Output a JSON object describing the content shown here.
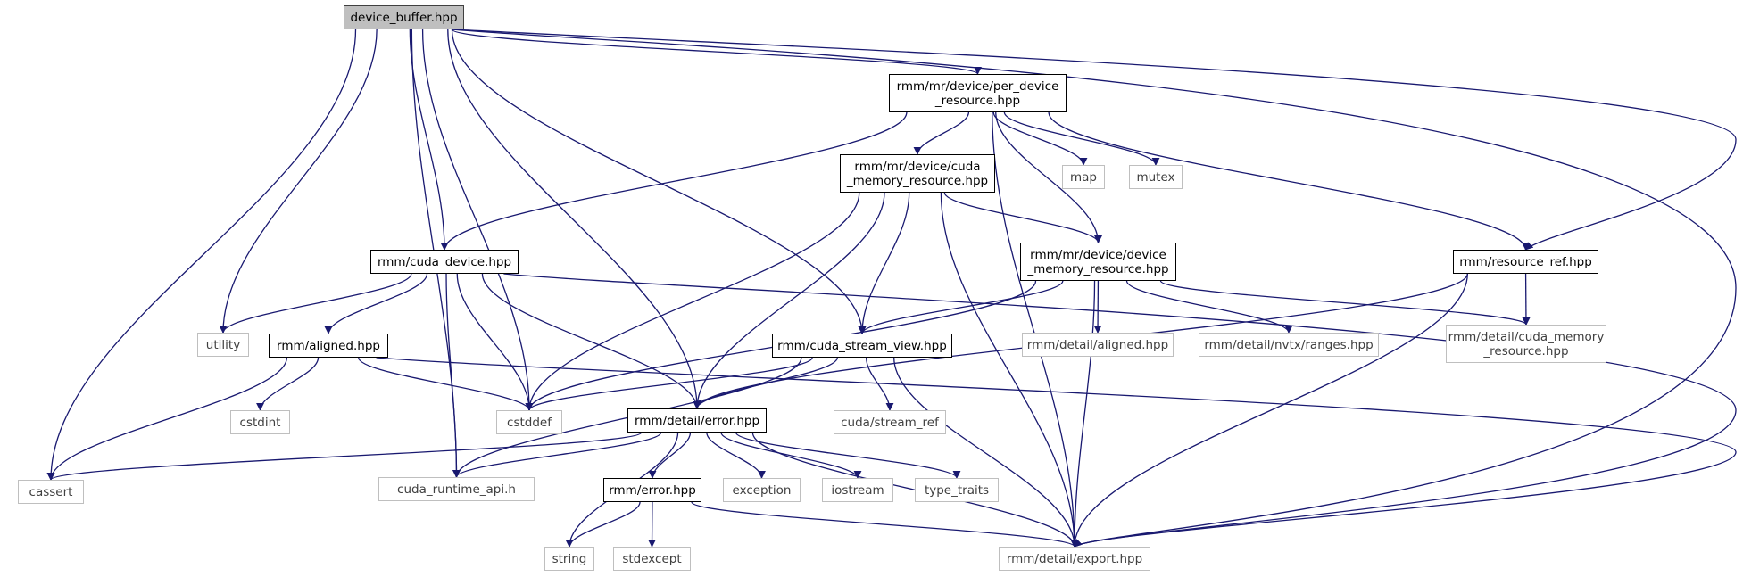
{
  "diagram": {
    "edge_color": "#191970",
    "nodes": [
      {
        "id": "device_buffer",
        "label": "device_buffer.hpp",
        "kind": "root"
      },
      {
        "id": "per_device",
        "label": "rmm/mr/device/per_device\n_resource.hpp",
        "kind": "project"
      },
      {
        "id": "cuda_mr",
        "label": "rmm/mr/device/cuda\n_memory_resource.hpp",
        "kind": "project"
      },
      {
        "id": "map",
        "label": "map",
        "kind": "system"
      },
      {
        "id": "mutex",
        "label": "mutex",
        "kind": "system"
      },
      {
        "id": "cuda_device",
        "label": "rmm/cuda_device.hpp",
        "kind": "project"
      },
      {
        "id": "device_mr",
        "label": "rmm/mr/device/device\n_memory_resource.hpp",
        "kind": "project"
      },
      {
        "id": "resource_ref",
        "label": "rmm/resource_ref.hpp",
        "kind": "project"
      },
      {
        "id": "utility",
        "label": "utility",
        "kind": "system"
      },
      {
        "id": "aligned",
        "label": "rmm/aligned.hpp",
        "kind": "project"
      },
      {
        "id": "cuda_stream_view",
        "label": "rmm/cuda_stream_view.hpp",
        "kind": "project"
      },
      {
        "id": "detail_aligned",
        "label": "rmm/detail/aligned.hpp",
        "kind": "system"
      },
      {
        "id": "nvtx",
        "label": "rmm/detail/nvtx/ranges.hpp",
        "kind": "system"
      },
      {
        "id": "cuda_memory_resource",
        "label": "rmm/detail/cuda_memory\n_resource.hpp",
        "kind": "system"
      },
      {
        "id": "cstdint",
        "label": "cstdint",
        "kind": "system"
      },
      {
        "id": "cstddef",
        "label": "cstddef",
        "kind": "system"
      },
      {
        "id": "error_detail",
        "label": "rmm/detail/error.hpp",
        "kind": "project"
      },
      {
        "id": "stream_ref",
        "label": "cuda/stream_ref",
        "kind": "system"
      },
      {
        "id": "cassert",
        "label": "cassert",
        "kind": "system"
      },
      {
        "id": "cuda_runtime",
        "label": "cuda_runtime_api.h",
        "kind": "system"
      },
      {
        "id": "rmm_error",
        "label": "rmm/error.hpp",
        "kind": "project"
      },
      {
        "id": "exception",
        "label": "exception",
        "kind": "system"
      },
      {
        "id": "iostream",
        "label": "iostream",
        "kind": "system"
      },
      {
        "id": "type_traits",
        "label": "type_traits",
        "kind": "system"
      },
      {
        "id": "string",
        "label": "string",
        "kind": "system"
      },
      {
        "id": "stdexcept",
        "label": "stdexcept",
        "kind": "system"
      },
      {
        "id": "export",
        "label": "rmm/detail/export.hpp",
        "kind": "system"
      }
    ],
    "edges": [
      [
        "device_buffer",
        "per_device"
      ],
      [
        "device_buffer",
        "cuda_device"
      ],
      [
        "device_buffer",
        "resource_ref"
      ],
      [
        "device_buffer",
        "utility"
      ],
      [
        "device_buffer",
        "cuda_stream_view"
      ],
      [
        "device_buffer",
        "cstddef"
      ],
      [
        "device_buffer",
        "error_detail"
      ],
      [
        "device_buffer",
        "cassert"
      ],
      [
        "device_buffer",
        "cuda_runtime"
      ],
      [
        "device_buffer",
        "export"
      ],
      [
        "per_device",
        "cuda_mr"
      ],
      [
        "per_device",
        "map"
      ],
      [
        "per_device",
        "mutex"
      ],
      [
        "per_device",
        "cuda_device"
      ],
      [
        "per_device",
        "device_mr"
      ],
      [
        "per_device",
        "resource_ref"
      ],
      [
        "per_device",
        "export"
      ],
      [
        "cuda_mr",
        "device_mr"
      ],
      [
        "cuda_mr",
        "cuda_stream_view"
      ],
      [
        "cuda_mr",
        "error_detail"
      ],
      [
        "cuda_mr",
        "cstddef"
      ],
      [
        "cuda_mr",
        "export"
      ],
      [
        "cuda_device",
        "utility"
      ],
      [
        "cuda_device",
        "aligned"
      ],
      [
        "cuda_device",
        "cstddef"
      ],
      [
        "cuda_device",
        "error_detail"
      ],
      [
        "cuda_device",
        "cuda_runtime"
      ],
      [
        "cuda_device",
        "export"
      ],
      [
        "device_mr",
        "cuda_stream_view"
      ],
      [
        "device_mr",
        "detail_aligned"
      ],
      [
        "device_mr",
        "nvtx"
      ],
      [
        "device_mr",
        "cuda_memory_resource"
      ],
      [
        "device_mr",
        "cstddef"
      ],
      [
        "device_mr",
        "export"
      ],
      [
        "resource_ref",
        "cuda_memory_resource"
      ],
      [
        "resource_ref",
        "error_detail"
      ],
      [
        "resource_ref",
        "export"
      ],
      [
        "aligned",
        "cstdint"
      ],
      [
        "aligned",
        "cstddef"
      ],
      [
        "aligned",
        "cassert"
      ],
      [
        "aligned",
        "export"
      ],
      [
        "cuda_stream_view",
        "error_detail"
      ],
      [
        "cuda_stream_view",
        "stream_ref"
      ],
      [
        "cuda_stream_view",
        "cstddef"
      ],
      [
        "cuda_stream_view",
        "cuda_runtime"
      ],
      [
        "cuda_stream_view",
        "export"
      ],
      [
        "error_detail",
        "cassert"
      ],
      [
        "error_detail",
        "cuda_runtime"
      ],
      [
        "error_detail",
        "rmm_error"
      ],
      [
        "error_detail",
        "exception"
      ],
      [
        "error_detail",
        "iostream"
      ],
      [
        "error_detail",
        "type_traits"
      ],
      [
        "error_detail",
        "string"
      ],
      [
        "error_detail",
        "export"
      ],
      [
        "rmm_error",
        "string"
      ],
      [
        "rmm_error",
        "stdexcept"
      ],
      [
        "rmm_error",
        "export"
      ]
    ]
  }
}
